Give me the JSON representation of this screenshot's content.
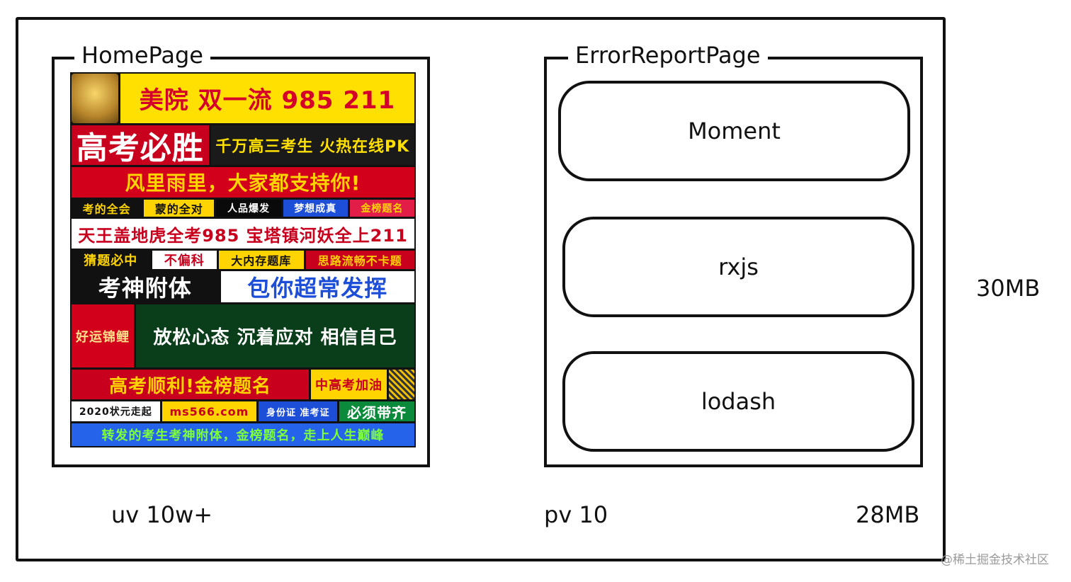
{
  "home": {
    "title": "HomePage",
    "poster_rows": [
      {
        "cells": [
          {
            "text": "",
            "bg": "#d8a53a",
            "fg": "#000",
            "size": 0,
            "grow": 0,
            "icon": "deity-image"
          },
          {
            "text": "美院 双一流 985 211",
            "bg": "#ffe000",
            "fg": "#d4002a",
            "size": 34,
            "grow": 1
          }
        ]
      },
      {
        "cells": [
          {
            "text": "高考必胜",
            "bg": "#c8001e",
            "fg": "#ffffff",
            "size": 44,
            "grow": 1
          },
          {
            "text": "千万高三考生 火热在线PK",
            "bg": "#1a1a1a",
            "fg": "#ffe000",
            "size": 22,
            "grow": 1
          }
        ]
      },
      {
        "cells": [
          {
            "text": "风里雨里，大家都支持你!",
            "bg": "#d3001b",
            "fg": "#ffd400",
            "size": 28,
            "grow": 1
          }
        ]
      },
      {
        "cells": [
          {
            "text": "考的全会",
            "bg": "#111111",
            "fg": "#ffd400",
            "size": 16,
            "grow": 1
          },
          {
            "text": "蒙的全对",
            "bg": "#ffd400",
            "fg": "#111111",
            "size": 16,
            "grow": 1
          },
          {
            "text": "人品爆发",
            "bg": "#0a0a0a",
            "fg": "#ffffff",
            "size": 14,
            "grow": 1
          },
          {
            "text": "梦想成真",
            "bg": "#1d4ed8",
            "fg": "#ffffff",
            "size": 14,
            "grow": 1
          },
          {
            "text": "金榜题名",
            "bg": "#e11d48",
            "fg": "#ffd400",
            "size": 14,
            "grow": 1
          }
        ]
      },
      {
        "cells": [
          {
            "text": "天王盖地虎全考985 宝塔镇河妖全上211",
            "bg": "#ffffff",
            "fg": "#c8001e",
            "size": 24,
            "grow": 1
          }
        ]
      },
      {
        "cells": [
          {
            "text": "猜题必中",
            "bg": "#111111",
            "fg": "#ffd400",
            "size": 18,
            "grow": 1
          },
          {
            "text": "不偏科",
            "bg": "#ffffff",
            "fg": "#c8001e",
            "size": 18,
            "grow": 1
          },
          {
            "text": "大内存题库",
            "bg": "#ffd400",
            "fg": "#111111",
            "size": 16,
            "grow": 1
          },
          {
            "text": "思路流畅不卡题",
            "bg": "#c8001e",
            "fg": "#ffd400",
            "size": 16,
            "grow": 1
          }
        ]
      },
      {
        "cells": [
          {
            "text": "考神附体",
            "bg": "#111111",
            "fg": "#ffffff",
            "size": 32,
            "grow": 1
          },
          {
            "text": "包你超常发挥",
            "bg": "#ffffff",
            "fg": "#1d4ed8",
            "size": 32,
            "grow": 1
          }
        ]
      },
      {
        "cells": [
          {
            "text": "好运锦鲤",
            "bg": "#d3001b",
            "fg": "#ffe08a",
            "size": 18,
            "grow": 0
          },
          {
            "text": "放松心态 沉着应对 相信自己",
            "bg": "#0a3d1a",
            "fg": "#ffffff",
            "size": 26,
            "grow": 1
          }
        ]
      },
      {
        "cells": [
          {
            "text": "高考顺利!金榜题名",
            "bg": "#c8001e",
            "fg": "#ffd400",
            "size": 26,
            "grow": 1
          },
          {
            "text": "中高考加油",
            "bg": "#ffd400",
            "fg": "#c8001e",
            "size": 18,
            "grow": 0
          },
          {
            "text": "",
            "bg": "#f2c200",
            "fg": "#000",
            "size": 0,
            "grow": 0,
            "icon": "qr-code"
          }
        ]
      },
      {
        "cells": [
          {
            "text": "2020状元走起",
            "bg": "#ffffff",
            "fg": "#111111",
            "size": 14,
            "grow": 1
          },
          {
            "text": "ms566.com",
            "bg": "#ffd400",
            "fg": "#c8001e",
            "size": 16,
            "grow": 1
          },
          {
            "text": "身份证 准考证",
            "bg": "#1d4ed8",
            "fg": "#ffffff",
            "size": 13,
            "grow": 1
          },
          {
            "text": "必须带齐",
            "bg": "#0a8a3a",
            "fg": "#ffffff",
            "size": 20,
            "grow": 1
          }
        ]
      },
      {
        "cells": [
          {
            "text": "转发的考生考神附体，金榜题名，走上人生巅峰",
            "bg": "#2563eb",
            "fg": "#7cff3a",
            "size": 18,
            "grow": 1
          }
        ]
      }
    ]
  },
  "error": {
    "title": "ErrorReportPage",
    "libs": [
      "Moment",
      "rxjs",
      "lodash"
    ]
  },
  "stats": {
    "uv": "uv 10w+",
    "pv": "pv 10",
    "error_size": "28MB",
    "total_size": "30MB"
  },
  "watermark": "@稀土掘金技术社区"
}
